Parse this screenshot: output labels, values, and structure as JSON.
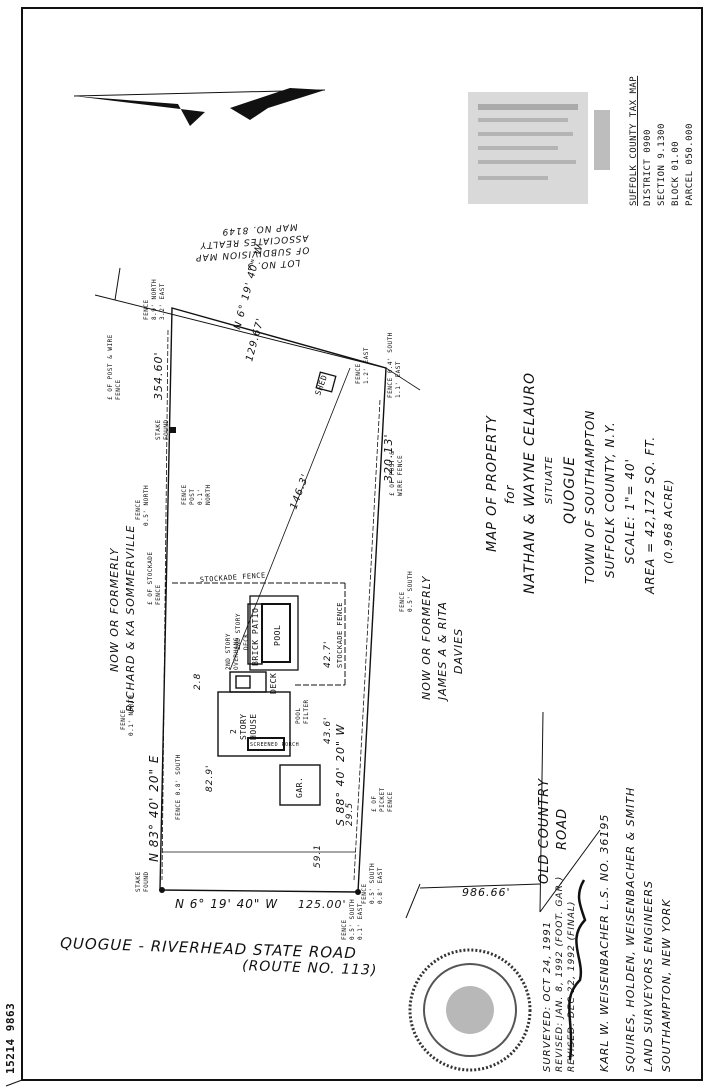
{
  "sheet": {
    "file_number": "15214 9863"
  },
  "tax_map": {
    "header": "SUFFOLK COUNTY TAX MAP",
    "rows": [
      "DISTRICT 0900",
      "SECTION 9.1300",
      "BLOCK 01.00",
      "PARCEL 050.000"
    ]
  },
  "title_block": {
    "lines": [
      "MAP OF PROPERTY",
      "for",
      "NATHAN & WAYNE CELAURO",
      "SITUATE",
      "QUOGUE",
      "TOWN OF SOUTHAMPTON",
      "SUFFOLK COUNTY, N.Y.",
      "SCALE: 1\"= 40'",
      "AREA = 42,172 SQ. FT.",
      "(0.968 ACRE)"
    ]
  },
  "neighbors": {
    "north": [
      "NOW OR FORMERLY",
      "RICHARD & KA SOMMERVILLE"
    ],
    "south": [
      "NOW OR FORMERLY",
      "JAMES A & RITA",
      "DAVIES"
    ],
    "lot": [
      "LOT NO. 3",
      "OF SUBDIVISION MAP",
      "ASSOCIATES REALTY",
      "MAP NO. 8149"
    ]
  },
  "roads": {
    "state_road": "QUOGUE - RIVERHEAD STATE ROAD",
    "route": "(ROUTE NO. 113)",
    "old_country_road": [
      "OLD COUNTRY",
      "ROAD"
    ]
  },
  "bearings": {
    "north_line": "N 83° 40' 20\" E",
    "south_line": "S 88° 40' 20\" W",
    "front_line": "N 6° 19' 40\" W",
    "rear_line": "N 6° 19' 40\" W",
    "north_distance": "354.60'",
    "south_distance": "320.13'",
    "front_distance": "125.00'",
    "rear_distance": "129.67'",
    "road_distance": "986.66'",
    "diagonal": "146.3'"
  },
  "structures": {
    "house": [
      "2",
      "STORY",
      "HOUSE"
    ],
    "garage": "GAR.",
    "pool": "POOL",
    "patio": "BRICK PATIO",
    "deck": "DECK",
    "shed": "SHED",
    "overhang": [
      "2ND STORY",
      "OVERHANG"
    ],
    "second_deck": [
      "2ND STORY",
      "DECK"
    ],
    "porch": "SCREENED PORCH",
    "filter": [
      "POOL",
      "FILTER"
    ],
    "stockade_fence": "STOCKADE FENCE",
    "stockade_fence_2": "STOCKADE FENCE"
  },
  "dimensions": {
    "front_setback": "59.1",
    "side_north": "82.9'",
    "side_south": "43.6'",
    "garage_offset": "29.5",
    "pool_offset": "42.7'",
    "gap": "2.8"
  },
  "fence_notes": {
    "n1": [
      "FENCE",
      "0.1' NORTH"
    ],
    "n2": [
      "FENCE",
      "0.5' NORTH"
    ],
    "n3": [
      "FENCE",
      "POST",
      "0.1'",
      "NORTH"
    ],
    "n4": [
      "STAKE",
      "FOUND"
    ],
    "n5": [
      "FENCE 0.4' SOUTH",
      "1.1' EAST"
    ],
    "n6": [
      "FENCE",
      "0.5' SOUTH"
    ],
    "n7": [
      "STAKE",
      "FOUND"
    ],
    "n8": [
      "FENCE",
      "0.5' SOUTH",
      "0.8' EAST"
    ],
    "n9": [
      "FENCE",
      "0.5' SOUTH",
      "0.1' EAST"
    ],
    "n10": [
      "FENCE",
      "8.9' NORTH",
      "3.2' EAST"
    ],
    "n11": [
      "FENCE",
      "1.2' EAST"
    ],
    "n12": "FENCE 0.8' SOUTH",
    "n13": [
      "£ OF STOCKADE",
      "FENCE"
    ],
    "n14": [
      "£ OF POST & WIRE",
      "FENCE"
    ],
    "n15": [
      "£ OF",
      "PICKET",
      "FENCE"
    ],
    "n16": [
      "£ OF POST &",
      "WIRE FENCE"
    ]
  },
  "survey": {
    "surveyed": "SURVEYED: OCT 24, 1991",
    "revised1": "REVISED: JAN. 8, 1992 (FOOT. GAR.)",
    "revised2": "REVISED: DEC 22, 1992 (FINAL)",
    "surveyor": "KARL W. WEISENBACHER  L.S. NO. 36195",
    "firm": [
      "SQUIRES, HOLDEN, WEISENBACHER & SMITH",
      "LAND SURVEYORS ENGINEERS",
      "SOUTHAMPTON, NEW YORK"
    ]
  }
}
